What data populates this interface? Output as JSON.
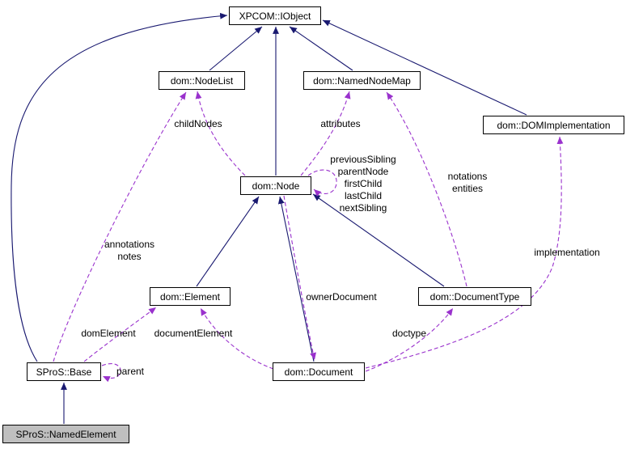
{
  "diagram": {
    "type": "collaboration-graph",
    "background": "#ffffff",
    "colors": {
      "inheritance_edge": "#191970",
      "usage_edge": "#9a32cd",
      "node_border": "#000000",
      "node_fill": "#ffffff",
      "node_text": "#000000",
      "highlighted_node_fill": "#bfbfbf"
    },
    "nodes": [
      {
        "id": "iobject",
        "label": "XPCOM::IObject",
        "highlighted": false
      },
      {
        "id": "nodelist",
        "label": "dom::NodeList",
        "highlighted": false
      },
      {
        "id": "namednodemap",
        "label": "dom::NamedNodeMap",
        "highlighted": false
      },
      {
        "id": "domimplementation",
        "label": "dom::DOMImplementation",
        "highlighted": false
      },
      {
        "id": "node",
        "label": "dom::Node",
        "highlighted": false
      },
      {
        "id": "element",
        "label": "dom::Element",
        "highlighted": false
      },
      {
        "id": "documenttype",
        "label": "dom::DocumentType",
        "highlighted": false
      },
      {
        "id": "base",
        "label": "SProS::Base",
        "highlighted": false
      },
      {
        "id": "document",
        "label": "dom::Document",
        "highlighted": false
      },
      {
        "id": "namedelement",
        "label": "SProS::NamedElement",
        "highlighted": true
      }
    ],
    "edges": [
      {
        "from": "namedelement",
        "to": "base",
        "type": "inheritance",
        "label": ""
      },
      {
        "from": "base",
        "to": "iobject",
        "type": "inheritance",
        "label": ""
      },
      {
        "from": "nodelist",
        "to": "iobject",
        "type": "inheritance",
        "label": ""
      },
      {
        "from": "namednodemap",
        "to": "iobject",
        "type": "inheritance",
        "label": ""
      },
      {
        "from": "node",
        "to": "iobject",
        "type": "inheritance",
        "label": ""
      },
      {
        "from": "domimplementation",
        "to": "iobject",
        "type": "inheritance",
        "label": ""
      },
      {
        "from": "element",
        "to": "node",
        "type": "inheritance",
        "label": ""
      },
      {
        "from": "documenttype",
        "to": "node",
        "type": "inheritance",
        "label": ""
      },
      {
        "from": "document",
        "to": "node",
        "type": "inheritance",
        "label": ""
      },
      {
        "from": "node",
        "to": "nodelist",
        "type": "usage",
        "label": "childNodes"
      },
      {
        "from": "node",
        "to": "namednodemap",
        "type": "usage",
        "label": "attributes"
      },
      {
        "from": "node",
        "to": "node",
        "type": "usage",
        "label": "previousSibling\nparentNode\nfirstChild\nlastChild\nnextSibling"
      },
      {
        "from": "documenttype",
        "to": "namednodemap",
        "type": "usage",
        "label": "notations\nentities"
      },
      {
        "from": "document",
        "to": "domimplementation",
        "type": "usage",
        "label": "implementation"
      },
      {
        "from": "base",
        "to": "nodelist",
        "type": "usage",
        "label": "annotations\nnotes"
      },
      {
        "from": "base",
        "to": "element",
        "type": "usage",
        "label": "domElement"
      },
      {
        "from": "document",
        "to": "element",
        "type": "usage",
        "label": "documentElement"
      },
      {
        "from": "node",
        "to": "document",
        "type": "usage",
        "label": "ownerDocument"
      },
      {
        "from": "document",
        "to": "documenttype",
        "type": "usage",
        "label": "doctype"
      },
      {
        "from": "base",
        "to": "base",
        "type": "usage",
        "label": "parent"
      }
    ]
  }
}
